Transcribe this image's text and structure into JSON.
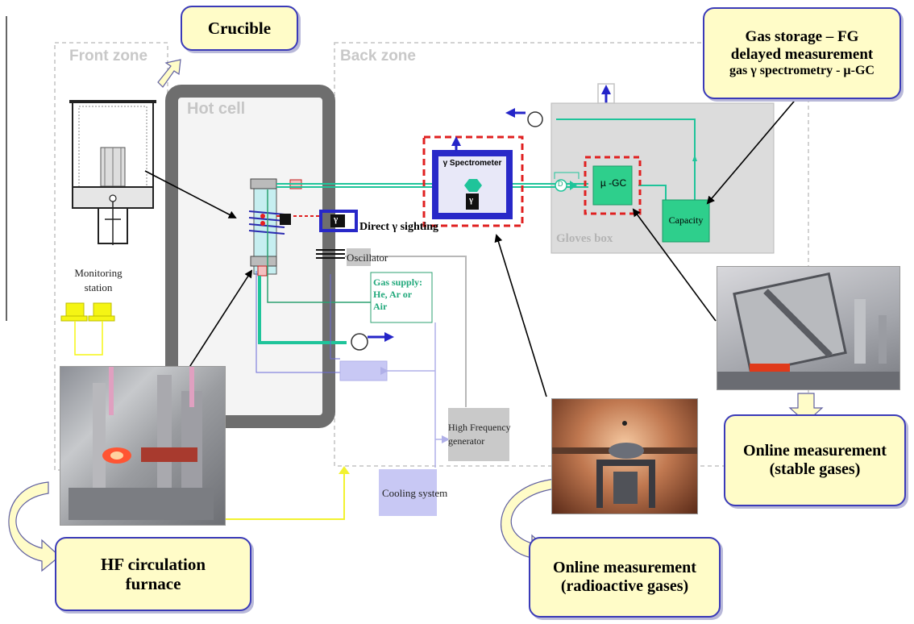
{
  "zones": {
    "front": "Front zone",
    "back": "Back zone",
    "hot_cell": "Hot cell",
    "gloves_box": "Gloves box"
  },
  "callouts": {
    "crucible": "Crucible",
    "gas_storage_line1": "Gas storage – FG",
    "gas_storage_line2": "delayed measurement",
    "gas_storage_line3": "gas γ spectrometry - µ-GC",
    "stable_line1": "Online measurement",
    "stable_line2": "(stable gases)",
    "hf_line1": "HF circulation",
    "hf_line2": "furnace",
    "radio_line1": "Online measurement",
    "radio_line2": "(radioactive gases)"
  },
  "labels": {
    "monitoring_line1": "Monitoring",
    "monitoring_line2": "station",
    "spectrometer": "γ Spectrometer",
    "gamma": "γ",
    "direct_sighting": "Direct γ sighting",
    "oscillator": "Oscillator",
    "gas_supply_line1": "Gas supply:",
    "gas_supply_line2": "He, Ar or",
    "gas_supply_line3": "Air",
    "mu_gc": "µ -GC",
    "capacity": "Capacity",
    "hf_gen_line1": "High Frequency",
    "hf_gen_line2": "generator",
    "cooling": "Cooling system",
    "d_marker": "D"
  },
  "colors": {
    "gas_line": "#1fc49a",
    "capacity_fill": "#2ecf8c",
    "spectrometer_frame": "#2828c8",
    "highlight_dash": "#e02020",
    "hot_cell_wall": "#6e6e6e",
    "callout_fill": "#fffcc8",
    "callout_border": "#3a3ab8",
    "monitor_yellow": "#f5f514",
    "zone_border": "#c4c4c4"
  }
}
